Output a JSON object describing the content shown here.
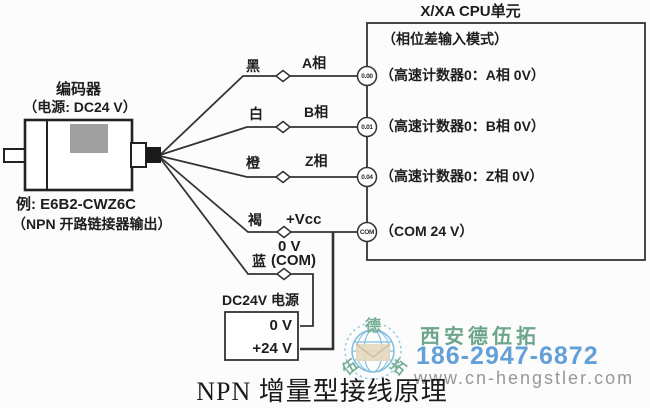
{
  "encoder": {
    "title": "编码器",
    "power": "（电源: DC24 V）",
    "example": "例: E6B2-CWZ6C",
    "output_type": "（NPN 开路链接器输出）"
  },
  "wires": [
    {
      "color": "黑",
      "signal": "A相"
    },
    {
      "color": "白",
      "signal": "B相"
    },
    {
      "color": "橙",
      "signal": "Z相"
    },
    {
      "color": "褐",
      "signal": "+Vcc"
    },
    {
      "color": "蓝",
      "signal_line1": "0 V",
      "signal_line2": "(COM)"
    }
  ],
  "cpu": {
    "title": "X/XA CPU单元",
    "mode": "（相位差输入模式）",
    "terminals": [
      {
        "id": "0.00",
        "note": "（高速计数器0：A相 0V）"
      },
      {
        "id": "0.01",
        "note": "（高速计数器0：B相 0V）"
      },
      {
        "id": "0.04",
        "note": "（高速计数器0：Z相 0V）"
      },
      {
        "id": "COM",
        "note": "（COM 24 V）"
      }
    ]
  },
  "power_supply": {
    "label": "DC24V 电源",
    "row_0v": "0 V",
    "row_24v": "+24 V"
  },
  "caption": "NPN 增量型接线原理",
  "watermark": {
    "company": "西安德伍拓",
    "phone": "186-2947-6872",
    "website": "www.cn-hengstler.com",
    "logo_char_top": "德",
    "logo_char_left": "伍",
    "logo_char_right": "拓"
  },
  "colors": {
    "diagram_line": "#333333",
    "watermark_green": "#6ca58b",
    "watermark_blue": "#64a0d8",
    "watermark_gray": "#979797",
    "logo_blue": "#7ab8d9",
    "envelope_tan": "#e3d2b4",
    "encoder_gray_block": "#a0a0a0"
  }
}
